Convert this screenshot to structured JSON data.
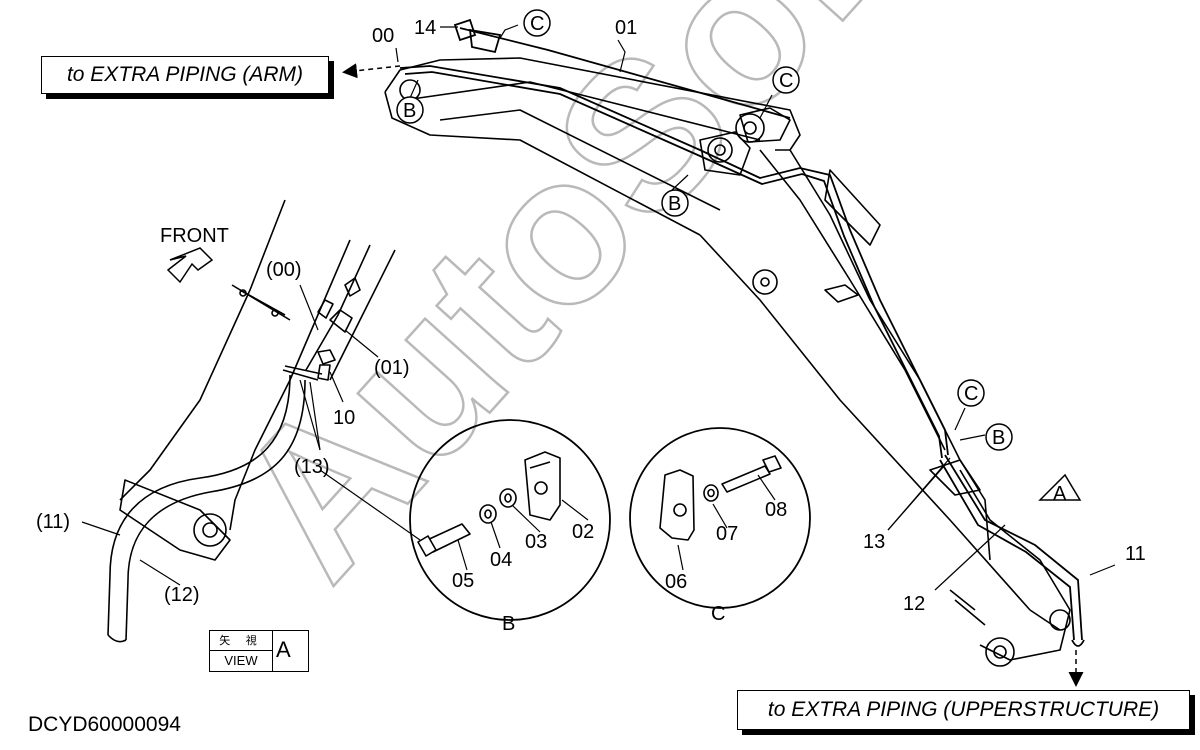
{
  "callouts": {
    "to_arm": "to EXTRA PIPING (ARM)",
    "to_upperstructure": "to EXTRA PIPING (UPPERSTRUCTURE)"
  },
  "drawing_code": "DCYD60000094",
  "watermark": "AutoSoft",
  "view_box": {
    "jp": "矢 視",
    "en": "VIEW",
    "letter": "A"
  },
  "labels": {
    "p00": "00",
    "p14": "14",
    "p01": "01",
    "c1": "C",
    "c2": "C",
    "c3": "C",
    "c_detail": "C",
    "b1": "B",
    "b2": "B",
    "b3": "B",
    "b_detail": "B",
    "front": "FRONT",
    "p00_paren": "(00)",
    "p01_paren": "(01)",
    "p10": "10",
    "p13_paren": "(13)",
    "p11_paren": "(11)",
    "p12_paren": "(12)",
    "p02": "02",
    "p03": "03",
    "p04": "04",
    "p05": "05",
    "p06": "06",
    "p07": "07",
    "p08": "08",
    "p13": "13",
    "p12": "12",
    "p11": "11",
    "view_a": "A"
  }
}
